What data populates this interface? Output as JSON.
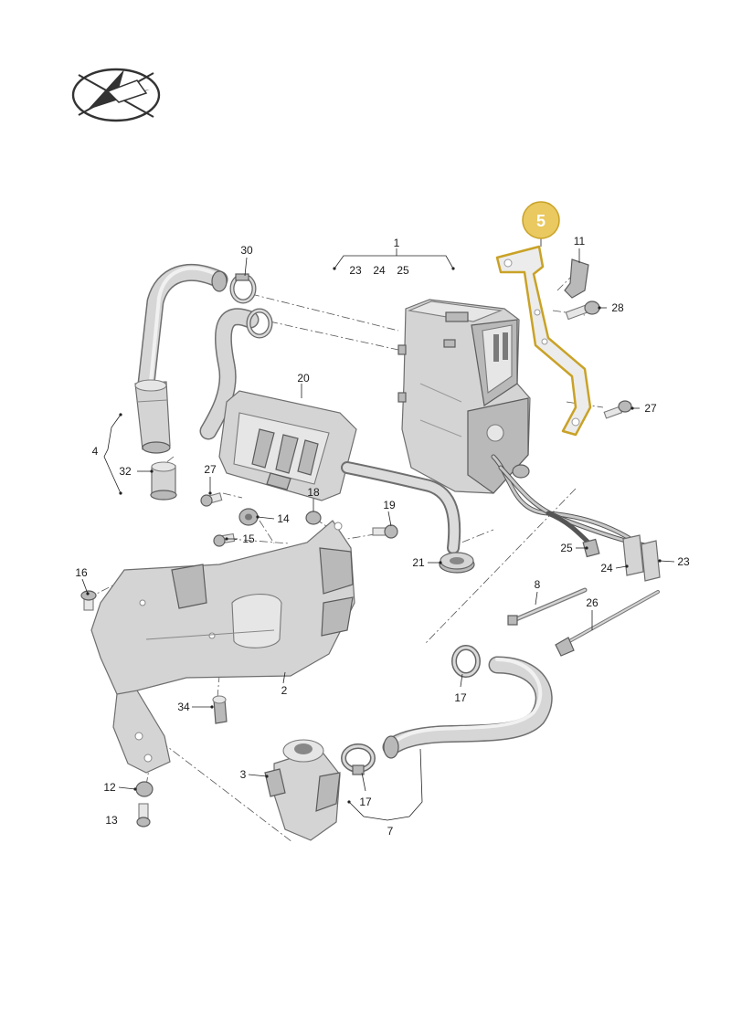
{
  "highlight": {
    "label": "5",
    "color": "#c9a227",
    "fill": "#e9c960"
  },
  "group_1_label": "1",
  "group_1_members": [
    "23",
    "24",
    "25"
  ],
  "group_4_label": "4",
  "group_7_label": "7",
  "callouts": [
    "30",
    "20",
    "27",
    "32",
    "14",
    "15",
    "18",
    "19",
    "21",
    "16",
    "2",
    "34",
    "3",
    "12",
    "13",
    "17",
    "17",
    "11",
    "28",
    "27",
    "8",
    "26",
    "25",
    "24",
    "23"
  ]
}
